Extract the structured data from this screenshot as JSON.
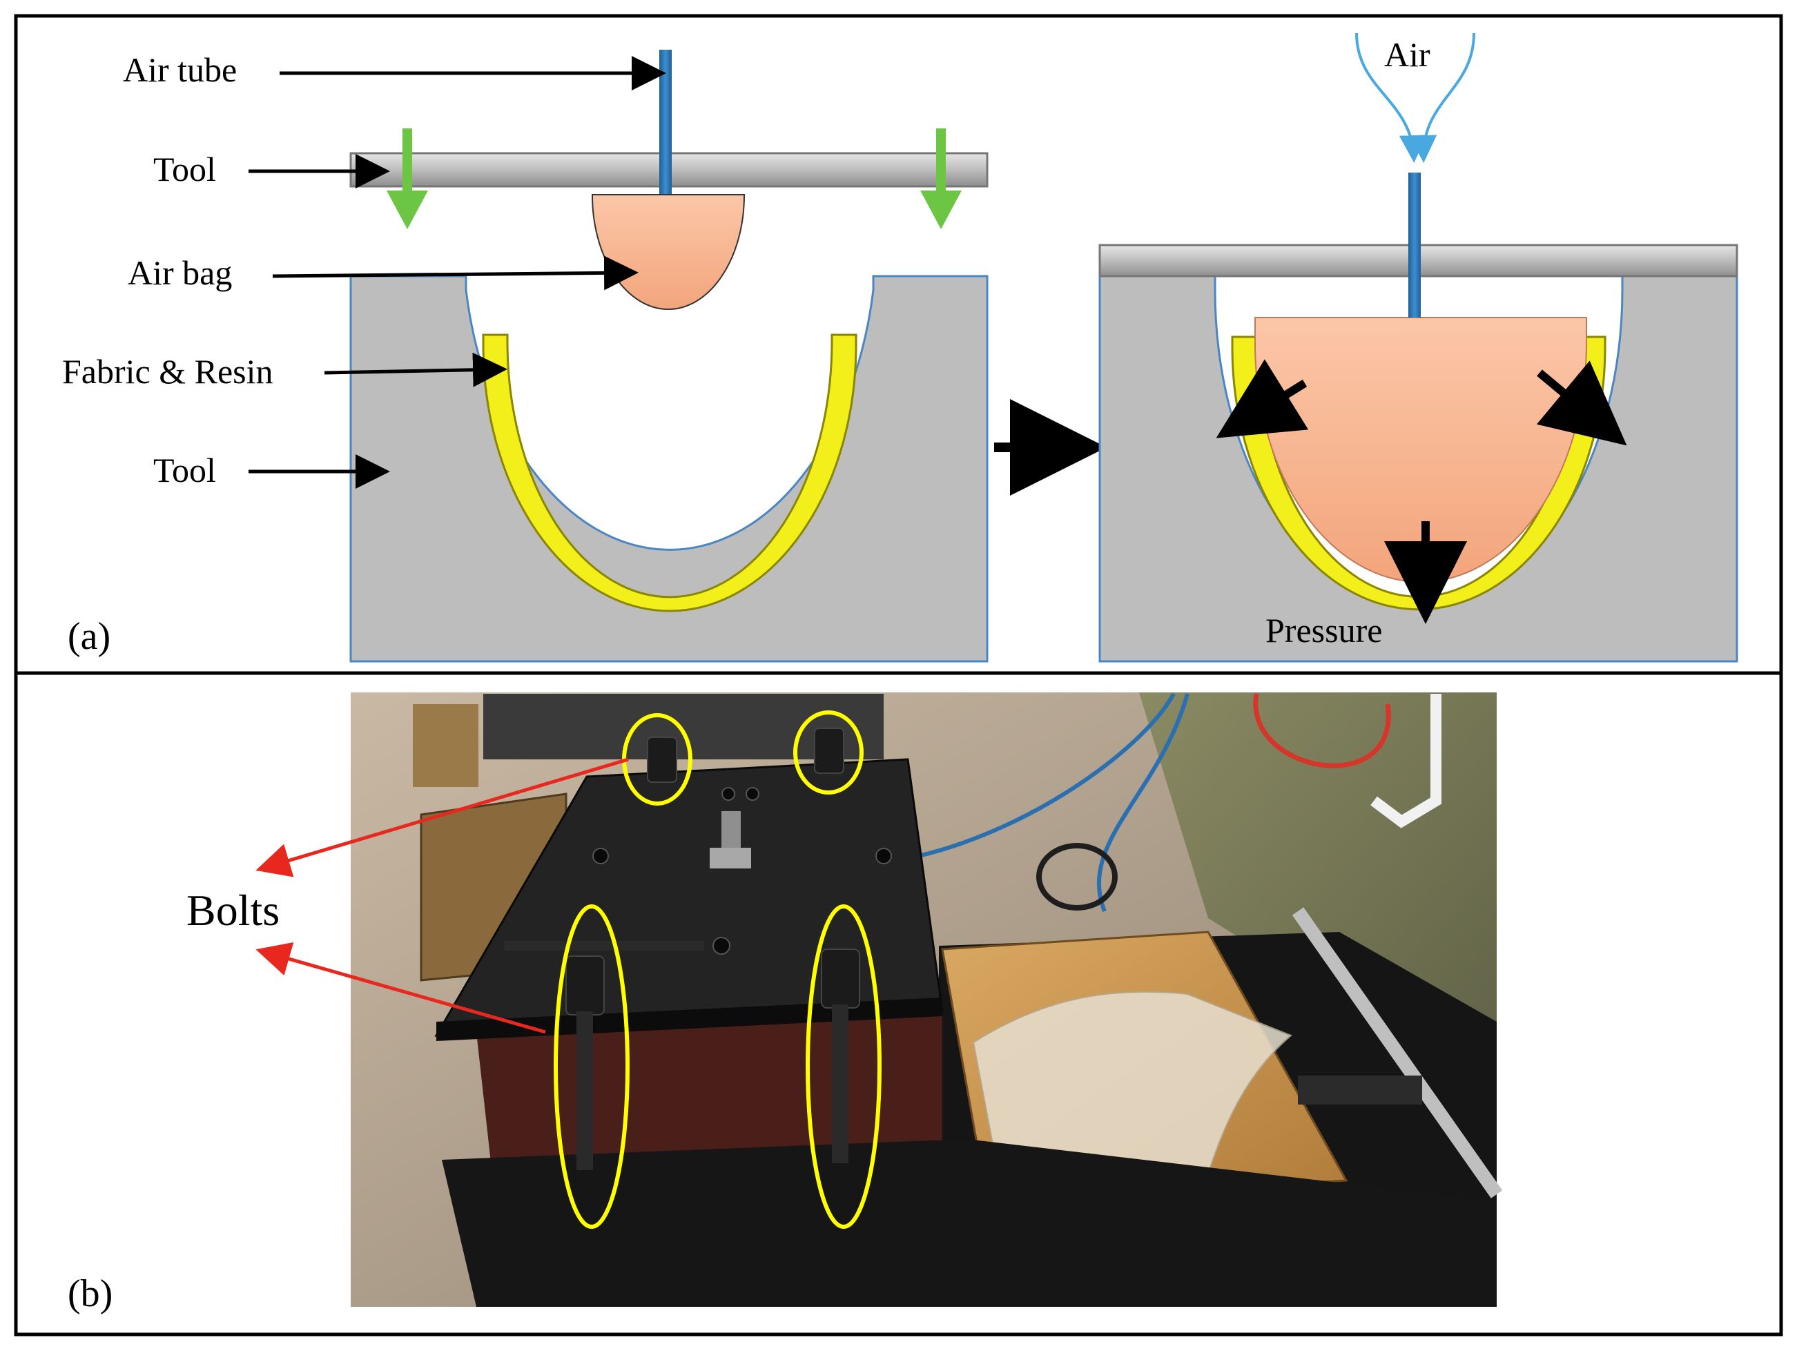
{
  "panel_a": {
    "panel_label": "(a)",
    "labels": {
      "air_tube": "Air tube",
      "tool_top": "Tool",
      "air_bag": "Air bag",
      "fabric_resin": "Fabric & Resin",
      "tool_bottom": "Tool",
      "air": "Air",
      "pressure": "Pressure"
    }
  },
  "panel_b": {
    "panel_label": "(b)",
    "labels": {
      "bolts": "Bolts"
    }
  },
  "colors": {
    "tool_gray": "#bdbdbd",
    "air_tube_blue": "#2e75b6",
    "air_bag_peach": "#f8b08a",
    "fabric_yellow": "#f2ef1a",
    "down_arrow_green": "#6cc644",
    "air_flow_blue": "#4aa8e0",
    "bolt_highlight_yellow": "#ffff00",
    "bolt_pointer_red": "#e8281e"
  }
}
